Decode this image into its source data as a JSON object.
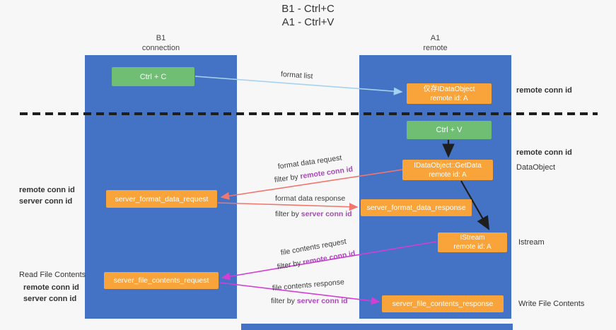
{
  "title": {
    "line1": "B1 - Ctrl+C",
    "line2": "A1 - Ctrl+V"
  },
  "lanes": {
    "left": {
      "name": "B1",
      "subtitle": "connection"
    },
    "right": {
      "name": "A1",
      "subtitle": "remote"
    }
  },
  "nodes": {
    "ctrl_c": {
      "label": "Ctrl + C"
    },
    "ctrl_v": {
      "label": "Ctrl + V"
    },
    "idataobject_cache": {
      "line1": "仅存IDataObject",
      "line2": "remote id: A"
    },
    "getdata": {
      "line1": "IDataObject::GetData",
      "line2": "remote id: A"
    },
    "istream": {
      "line1": "IStream",
      "line2": "remote id: A"
    },
    "server_format_data_request": {
      "label": "server_format_data_request"
    },
    "server_format_data_response": {
      "label": "server_format_data_response"
    },
    "server_file_contents_request": {
      "label": "server_file_contents_request"
    },
    "server_file_contents_response": {
      "label": "server_file_contents_response"
    }
  },
  "arrow_labels": {
    "format_list": "format list",
    "format_data_request": "format data request",
    "format_data_response": "format data response",
    "file_contents_request": "file contents request",
    "file_contents_response": "file contents response",
    "filter_by": "filter by ",
    "remote_conn_id": "remote conn id",
    "server_conn_id": "server conn id"
  },
  "side_labels": {
    "left": {
      "remote_conn_id_1": "remote conn id",
      "server_conn_id_1": "server conn id",
      "read_file_contents": "Read File Contents",
      "remote_conn_id_2": "remote conn id",
      "server_conn_id_2": "server conn id"
    },
    "right": {
      "remote_conn_id_1": "remote conn id",
      "remote_conn_id_2": "remote conn id",
      "dataobject": "DataObject",
      "istream": "Istream",
      "write_file_contents": "Write File Contents"
    }
  },
  "colors": {
    "lane_blue": "#4472C4",
    "box_green": "#6FBE74",
    "box_orange": "#F9A43B",
    "purple_text": "#AB47BC",
    "green_text": "#53A653",
    "arrow_salmon": "#F0766E",
    "arrow_magenta": "#D53ED5",
    "arrow_lightblue": "#A6D2F0",
    "arrow_black": "#1E1E1E"
  }
}
